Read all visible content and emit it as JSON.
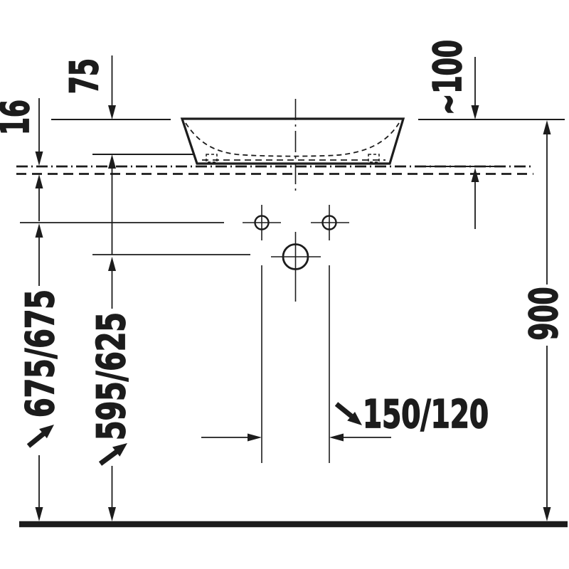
{
  "drawing_type": "washbasin-installation-dimension-drawing",
  "colors": {
    "line": "#1c1c1c",
    "background": "#ffffff"
  },
  "dimensions": {
    "countertop_thickness": "16",
    "basin_inner_depth": "75",
    "basin_height_above_counter": "~100",
    "fixing_height": "675/675",
    "drain_height": "595/625",
    "tap_hole_distance": "150/120",
    "rim_height": "900"
  }
}
